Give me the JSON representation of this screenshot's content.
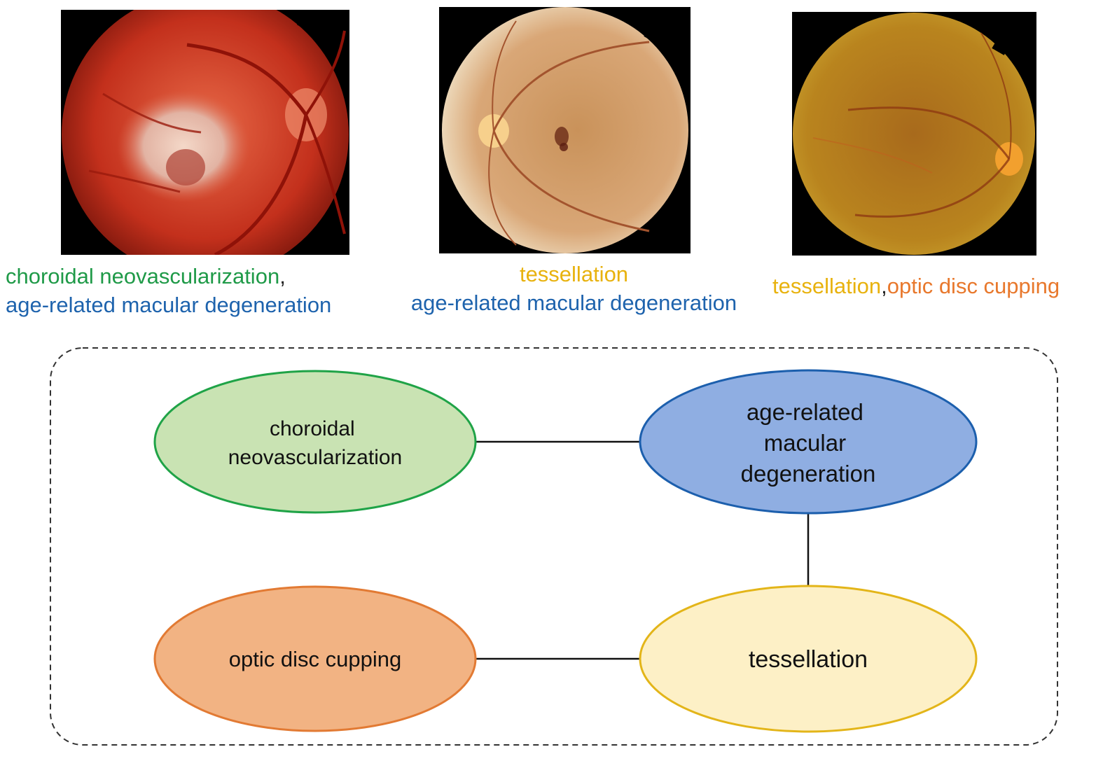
{
  "images": [
    {
      "name": "fundus-image-1",
      "caption": [
        [
          {
            "text": "choroidal neovascularization",
            "color": "green"
          },
          {
            "text": ",",
            "color": "black"
          }
        ],
        [
          {
            "text": "age-related macular degeneration",
            "color": "blue"
          }
        ]
      ]
    },
    {
      "name": "fundus-image-2",
      "caption": [
        [
          {
            "text": "tessellation",
            "color": "yellow"
          }
        ],
        [
          {
            "text": "age-related macular degeneration",
            "color": "blue"
          }
        ]
      ]
    },
    {
      "name": "fundus-image-3",
      "caption": [
        [
          {
            "text": "tessellation",
            "color": "yellow"
          },
          {
            "text": ",",
            "color": "black"
          },
          {
            "text": "optic disc cupping",
            "color": "orange"
          }
        ]
      ]
    }
  ],
  "graph": {
    "nodes": {
      "cnv": {
        "label": [
          "choroidal",
          "neovascularization"
        ],
        "fill": "#c9e3b3",
        "stroke": "#1fa347"
      },
      "amd": {
        "label": [
          "age-related",
          "macular",
          "degeneration"
        ],
        "fill": "#8faee2",
        "stroke": "#1c5fad"
      },
      "odc": {
        "label": [
          "optic disc cupping"
        ],
        "fill": "#f2b383",
        "stroke": "#e27a33"
      },
      "tes": {
        "label": [
          "tessellation"
        ],
        "fill": "#fdf0c6",
        "stroke": "#e3b519"
      }
    },
    "edges": [
      {
        "from": "cnv",
        "to": "amd"
      },
      {
        "from": "amd",
        "to": "tes"
      },
      {
        "from": "odc",
        "to": "tes"
      }
    ]
  },
  "colors": {
    "green": "#1f9a48",
    "blue": "#1e63ad",
    "yellow": "#e8b20e",
    "orange": "#e8782c",
    "black": "#222222",
    "frame": "#333333"
  }
}
